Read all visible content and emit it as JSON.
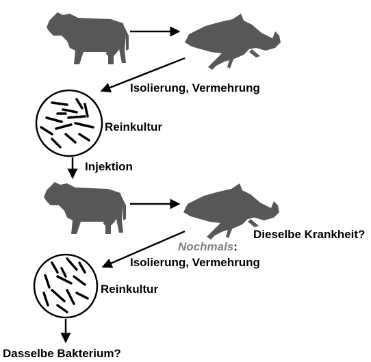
{
  "labels": {
    "isolation_1": "Isolierung,  Vermehrung",
    "culture_1": "Reinkultur",
    "injection": "Injektion",
    "same_disease": "Dieselbe Krankheit?",
    "again": "Nochmals",
    "again_colon": ":",
    "isolation_2": "Isolierung, Vermehrung",
    "culture_2": "Reinkultur",
    "same_bacterium": "Dasselbe Bakterium?"
  },
  "icons": {
    "healthy_cow": "cow-standing-icon",
    "sick_cow": "cow-collapsed-icon",
    "culture_dish": "bacteria-culture-icon"
  },
  "colors": {
    "animal": "#575757",
    "line": "#000000",
    "highlight_text": "#7f7f7f"
  }
}
